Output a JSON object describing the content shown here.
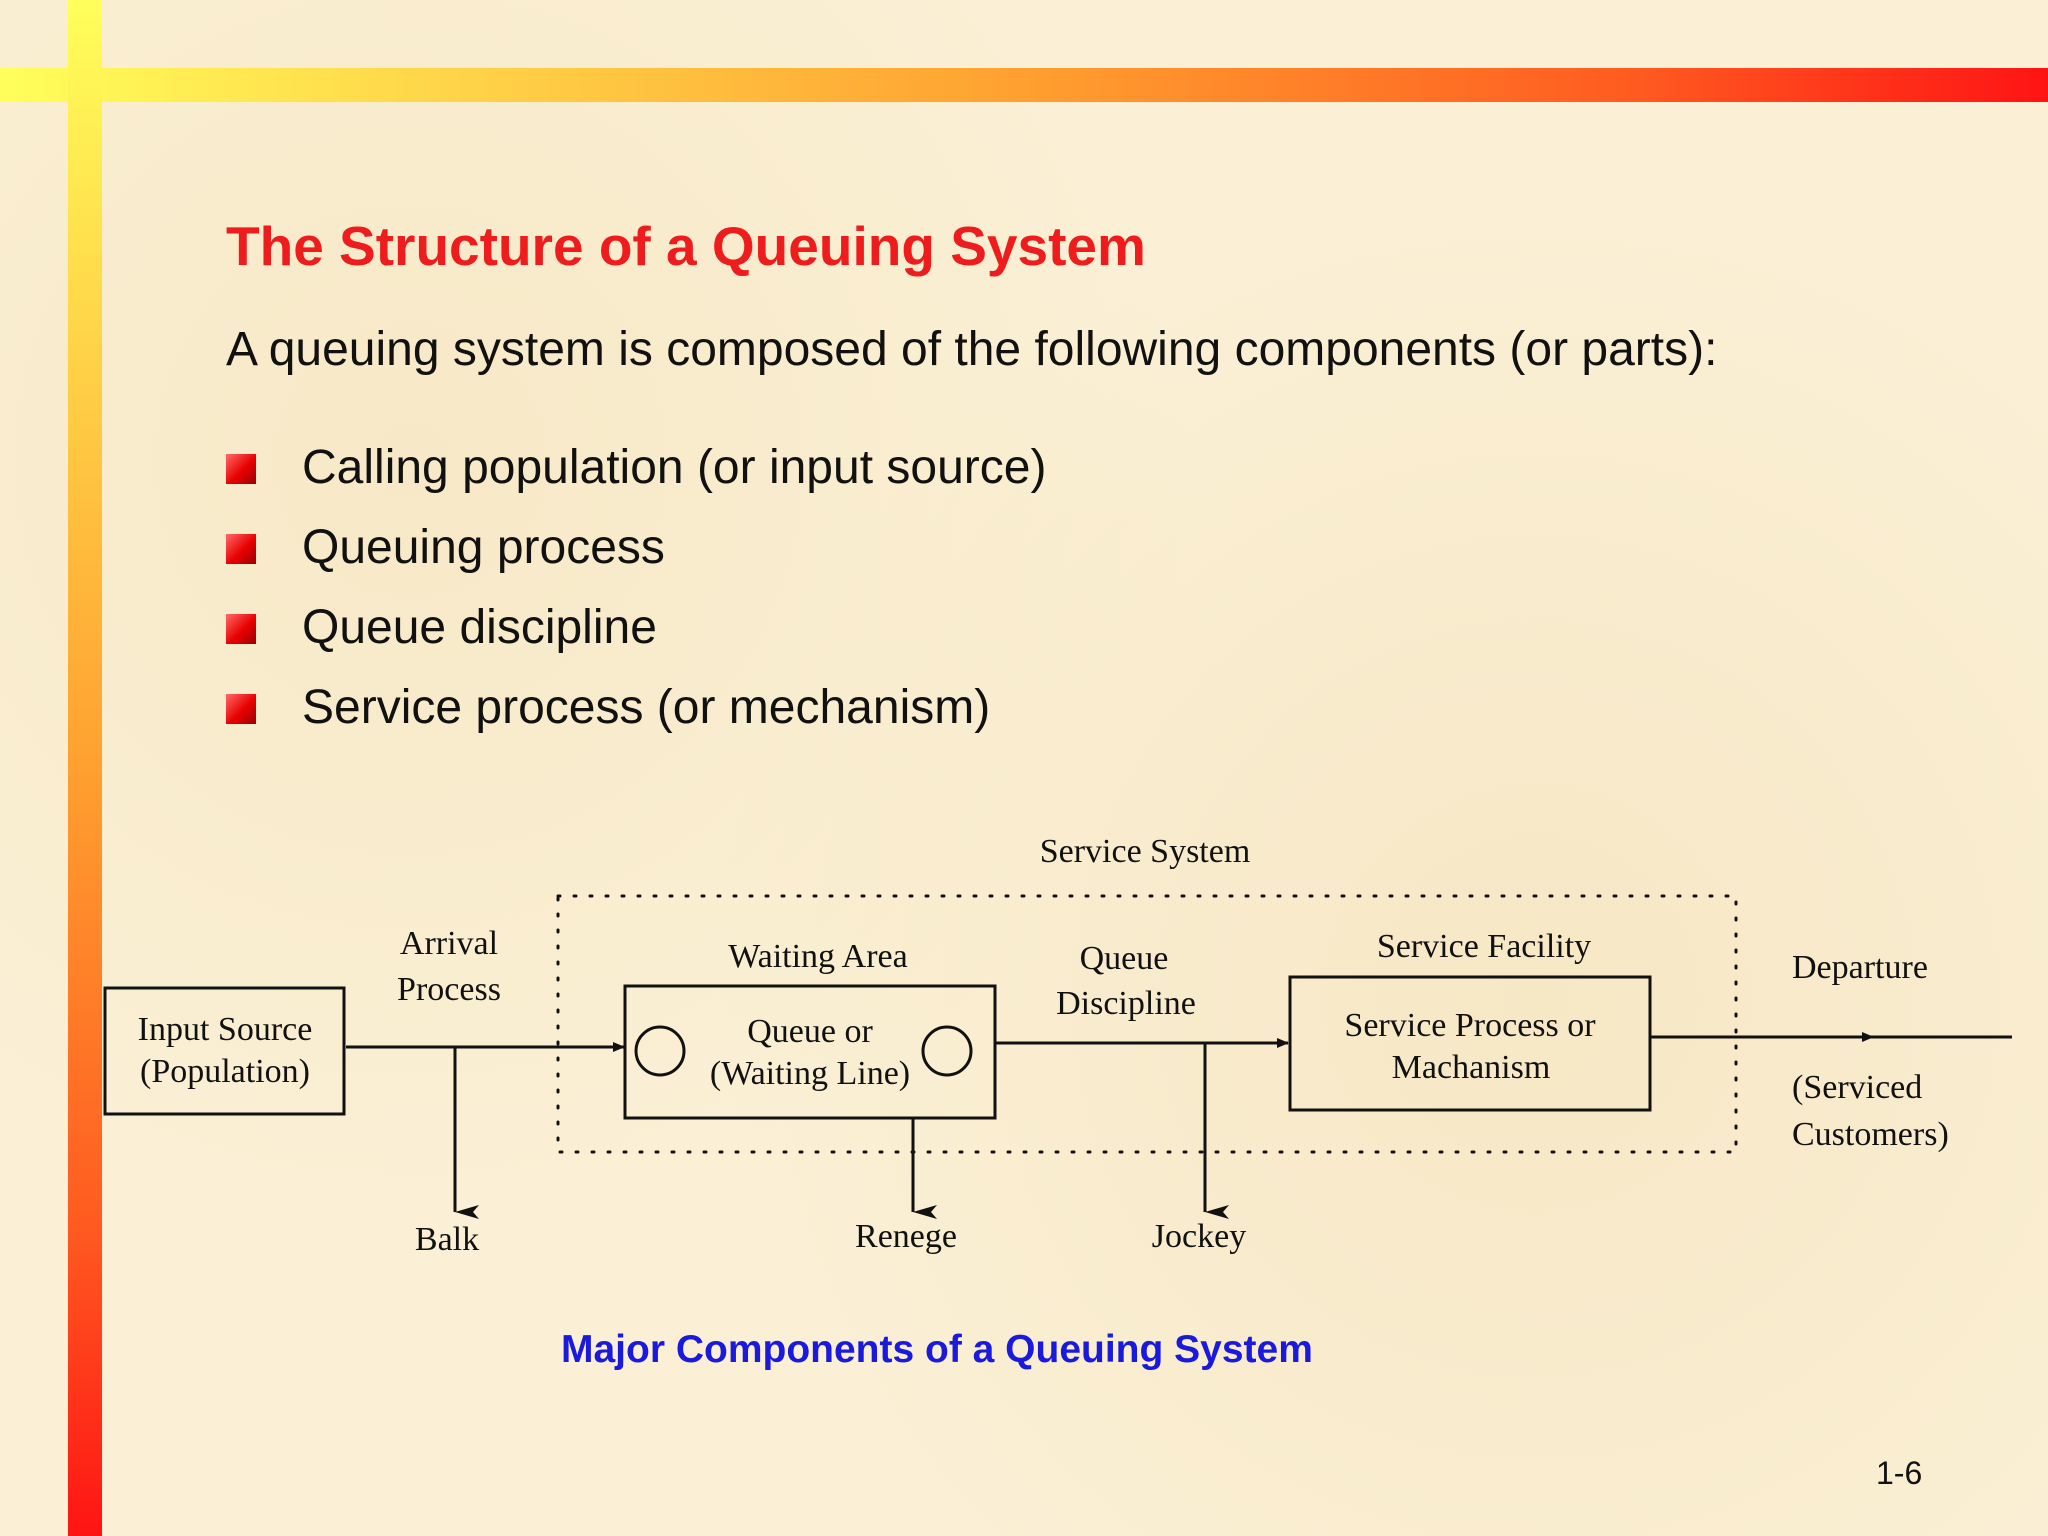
{
  "title": "The Structure of a Queuing System",
  "intro": "A queuing system is composed of the following components (or parts):",
  "bullets": [
    "Calling population (or input source)",
    "Queuing process",
    "Queue discipline",
    "Service process (or mechanism)"
  ],
  "diagram": {
    "service_system": "Service System",
    "input_source": [
      "Input Source",
      "(Population)"
    ],
    "arrival_process": [
      "Arrival",
      "Process"
    ],
    "waiting_area": "Waiting Area",
    "queue": [
      "Queue or",
      "(Waiting Line)"
    ],
    "queue_discipline": [
      "Queue",
      "Discipline"
    ],
    "service_facility": "Service Facility",
    "service_process": [
      "Service Process or",
      "Machanism"
    ],
    "departure": "Departure",
    "serviced_customers": [
      "(Serviced",
      "Customers)"
    ],
    "balk": "Balk",
    "renege": "Renege",
    "jockey": "Jockey"
  },
  "caption": "Major Components of a Queuing System",
  "page_number": "1-6",
  "colors": {
    "title": "#ee1c1c",
    "caption": "#1a1adc",
    "bar_start": "#ffff5a",
    "bar_end": "#ff1414",
    "background": "#fbf0d6"
  }
}
